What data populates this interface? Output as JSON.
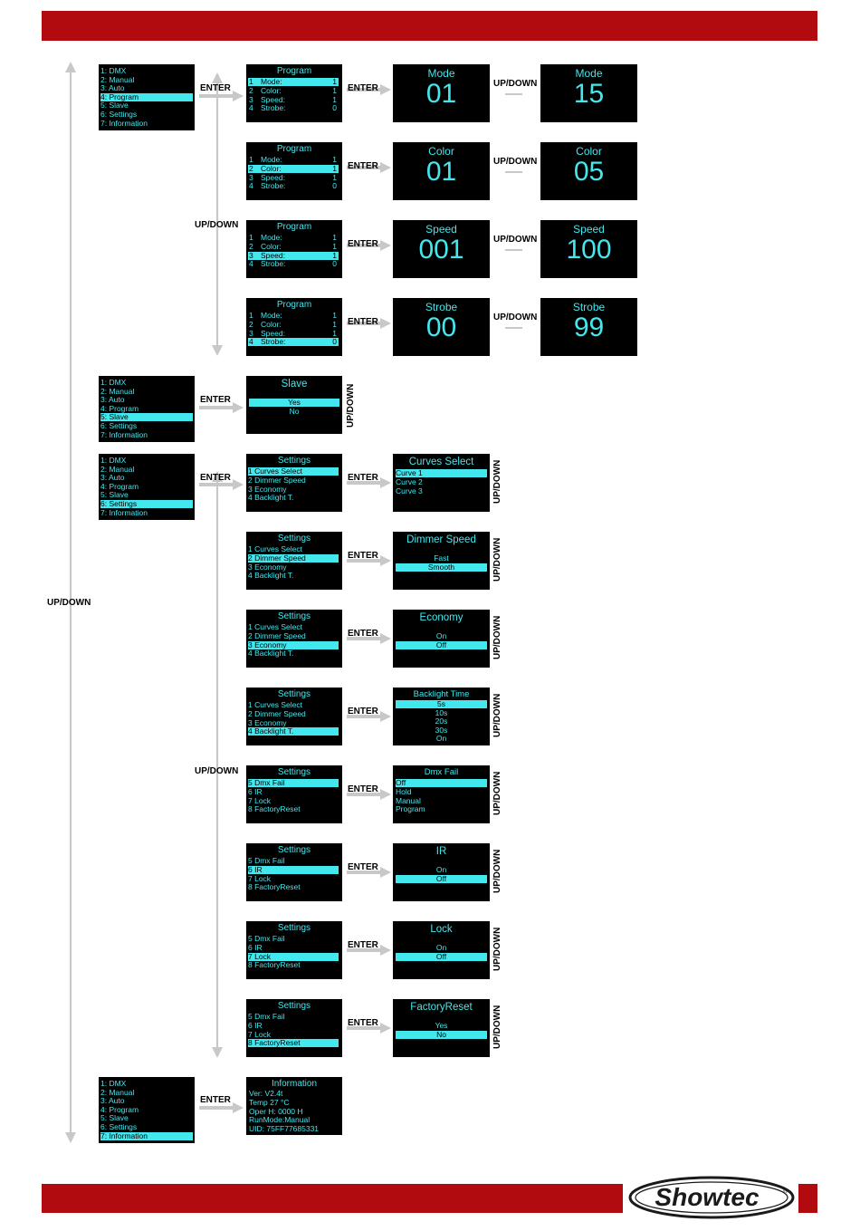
{
  "colors": {
    "band": "#b10b0f",
    "screen_bg": "#000000",
    "screen_text": "#43e7ee",
    "arrow": "#c8c8c8"
  },
  "labels": {
    "enter": "ENTER",
    "up_down": "UP/DOWN"
  },
  "main_menu": [
    "1: DMX",
    "2: Manual",
    "3: Auto",
    "4: Program",
    "5: Slave",
    "6: Settings",
    "7: Information"
  ],
  "program": {
    "title": "Program",
    "rows": [
      {
        "num": "1",
        "label": "Mode:",
        "value": "1"
      },
      {
        "num": "2",
        "label": "Color:",
        "value": "1"
      },
      {
        "num": "3",
        "label": "Speed:",
        "value": "1"
      },
      {
        "num": "4",
        "label": "Strobe:",
        "value": "0"
      }
    ],
    "values": [
      {
        "title": "Mode",
        "from": "01",
        "to": "15"
      },
      {
        "title": "Color",
        "from": "01",
        "to": "05"
      },
      {
        "title": "Speed",
        "from": "001",
        "to": "100"
      },
      {
        "title": "Strobe",
        "from": "00",
        "to": "99"
      }
    ]
  },
  "slave": {
    "title": "Slave",
    "options": [
      "Yes",
      "No"
    ]
  },
  "settings": {
    "title": "Settings",
    "page1": [
      "1   Curves Select",
      "2   Dimmer Speed",
      "3   Economy",
      "4   Backlight T."
    ],
    "page2": [
      "5   Dmx Fail",
      "6   IR",
      "7   Lock",
      "8   FactoryReset"
    ],
    "submenus": [
      {
        "title": "Curves Select",
        "options": [
          "Curve 1",
          "Curve 2",
          "Curve 3"
        ]
      },
      {
        "title": "Dimmer Speed",
        "options": [
          "Fast",
          "Smooth"
        ]
      },
      {
        "title": "Economy",
        "options": [
          "On",
          "Off"
        ]
      },
      {
        "title": "Backlight Time",
        "options": [
          "5s",
          "10s",
          "20s",
          "30s",
          "On"
        ]
      },
      {
        "title": "Dmx Fail",
        "options": [
          "Off",
          "Hold",
          "Manual",
          "Program"
        ]
      },
      {
        "title": "IR",
        "options": [
          "On",
          "Off"
        ]
      },
      {
        "title": "Lock",
        "options": [
          "On",
          "Off"
        ]
      },
      {
        "title": "FactoryReset",
        "options": [
          "Yes",
          "No"
        ]
      }
    ]
  },
  "information": {
    "title": "Information",
    "lines": [
      "Ver: V2.4t",
      "Temp 27 °C",
      "Oper H: 0000 H",
      "RunMode:Manual",
      "UID: 75FF77685331"
    ]
  },
  "brand": {
    "logo_text": "Showtec",
    "registered": "®"
  }
}
